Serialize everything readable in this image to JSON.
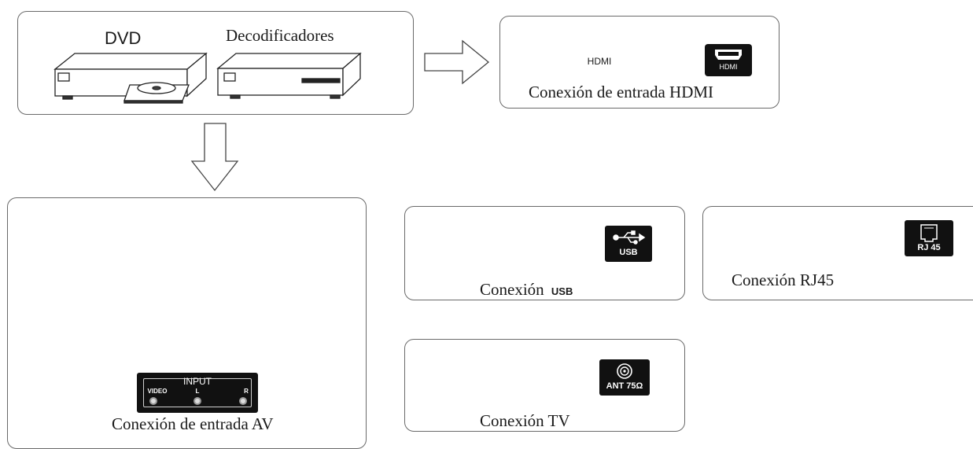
{
  "sources": {
    "dvd_label": "DVD",
    "stb_label": "Decodificadores"
  },
  "hdmi": {
    "cable_text": "HDMI",
    "port_text": "HDMI",
    "caption": "Conexión de entrada HDMI"
  },
  "av": {
    "panel_title": "INPUT",
    "video_label": "VIDEO",
    "l_label": "L",
    "r_label": "R",
    "caption": "Conexión de entrada AV"
  },
  "usb": {
    "caption": "Conexión",
    "caption_suffix": "USB",
    "port_text": "USB"
  },
  "rj45": {
    "caption": "Conexión RJ45",
    "port_text": "RJ 45"
  },
  "tv": {
    "caption": "Conexión TV",
    "port_text": "ANT 75Ω"
  },
  "icons": [
    "dvd-player-icon",
    "set-top-box-icon",
    "arrow-right-icon",
    "arrow-down-icon",
    "hdmi-cable-icon",
    "hdmi-port-icon",
    "rca-cable-icon",
    "usb-stick-icon",
    "usb-port-icon",
    "ethernet-cable-icon",
    "rj45-port-icon",
    "tv-icon",
    "antenna-port-icon"
  ]
}
